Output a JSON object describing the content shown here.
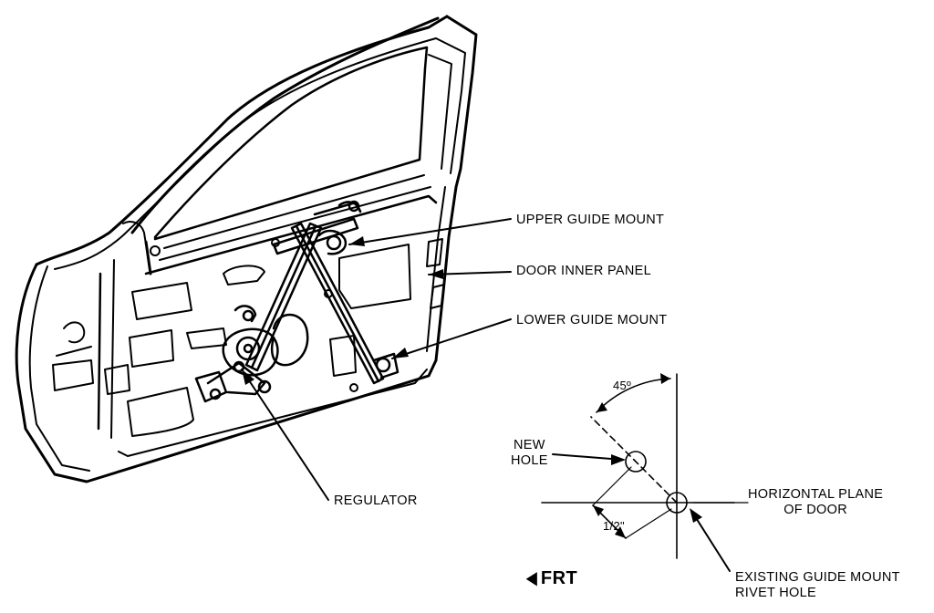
{
  "labels": {
    "upper_guide_mount": "UPPER GUIDE MOUNT",
    "door_inner_panel": "DOOR INNER PANEL",
    "lower_guide_mount": "LOWER GUIDE MOUNT",
    "regulator": "REGULATOR",
    "new_hole_line1": "NEW",
    "new_hole_line2": "HOLE",
    "angle": "45º",
    "horizontal_plane_line1": "HORIZONTAL PLANE",
    "horizontal_plane_line2": "OF DOOR",
    "offset": "1/2\"",
    "existing_line1": "EXISTING GUIDE MOUNT",
    "existing_line2": "RIVET HOLE",
    "frt": "FRT"
  },
  "icons": {
    "direction": "left-arrow-icon"
  },
  "colors": {
    "ink": "#000000",
    "paper": "#ffffff"
  }
}
